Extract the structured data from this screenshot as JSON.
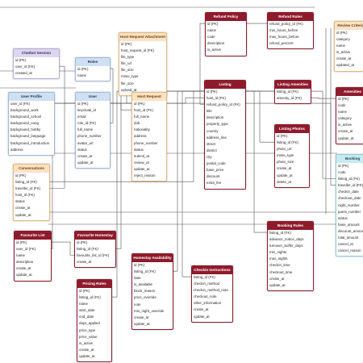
{
  "tables": [
    {
      "key": "chatbot_session",
      "name": "Chatbot Session",
      "theme": "purple",
      "columns": [
        "id (PK)",
        "user_id (FK)",
        "created_at"
      ]
    },
    {
      "key": "roles",
      "name": "Roles",
      "theme": "blue",
      "columns": [
        "id (PK)",
        "name"
      ]
    },
    {
      "key": "host_request_attachment",
      "name": "Host Request Attachment",
      "theme": "orange",
      "columns": [
        "id (PK)",
        "host_request_id (FK)",
        "file_type",
        "file_url",
        "file_size",
        "mime_type",
        "file_size",
        "upload_at"
      ]
    },
    {
      "key": "refund_policy",
      "name": "Refund Policy",
      "theme": "red",
      "columns": [
        "id (PK)",
        "name",
        "code",
        "description",
        "is_active"
      ]
    },
    {
      "key": "refund_rules",
      "name": "Refund Rules",
      "theme": "red",
      "columns": [
        "refund_policy_id (FK)",
        "min_hours_before",
        "max_hours_before",
        "refund_percent"
      ]
    },
    {
      "key": "review_criteria",
      "name": "Review Criteria",
      "theme": "orange",
      "columns": [
        "id (PK)",
        "category",
        "name",
        "is_active",
        "create_at",
        "updated_at"
      ]
    },
    {
      "key": "user_profile",
      "name": "User Profile",
      "theme": "blue",
      "columns": [
        "user_id (FK)",
        "background_work",
        "background_school",
        "background_song",
        "background_hobby",
        "background_language",
        "background_introduction",
        "address"
      ]
    },
    {
      "key": "user",
      "name": "User",
      "theme": "blue",
      "columns": [
        "id (PK)",
        "keycloak_id",
        "email",
        "role_id (FK)",
        "full_name",
        "phone_number",
        "avatar_url",
        "status",
        "create_at",
        "update_at"
      ]
    },
    {
      "key": "host_request",
      "name": "Host Request",
      "theme": "orange",
      "columns": [
        "id (PK)",
        "host_id (FK)",
        "full_name",
        "dob",
        "nationality",
        "address",
        "phone_number",
        "status",
        "submit_at",
        "review_at",
        "update_at",
        "reject_reason"
      ]
    },
    {
      "key": "listing",
      "name": "Listing",
      "theme": "red",
      "columns": [
        "id (PK)",
        "host_id (FK)",
        "refund_policy_id (FK)",
        "title",
        "description",
        "property_type",
        "country",
        "address_line",
        "street",
        "district",
        "city",
        "postal_code",
        "base_price",
        "discount",
        "extra_fee"
      ]
    },
    {
      "key": "listing_amenities",
      "name": "Listing Amenities",
      "theme": "red",
      "columns": [
        "listing_id (FK)",
        "amenity_id (FK)"
      ]
    },
    {
      "key": "amenities",
      "name": "Amenities",
      "theme": "red",
      "columns": [
        "id (PK)",
        "code",
        "name",
        "category",
        "is_active",
        "create_at",
        "update_at"
      ]
    },
    {
      "key": "listing_photos",
      "name": "Listing Photos",
      "theme": "red",
      "columns": [
        "id (PK)",
        "listing_id (FK)",
        "photo_url",
        "mime_type",
        "photo_size",
        "create_at",
        "update_at",
        "delete_at"
      ]
    },
    {
      "key": "booking",
      "name": "Booking",
      "theme": "cyan",
      "columns": [
        "id (PK)",
        "code",
        "listing_id (FK)",
        "traveller_id (FK)",
        "checkin_date",
        "checkout_date",
        "night_number",
        "guest_number",
        "status",
        "base_amount",
        "discount_amount",
        "total_amount",
        "cancel_at",
        "cancel_reason"
      ]
    },
    {
      "key": "conversations",
      "name": "Conversations",
      "theme": "orange",
      "columns": [
        "id (PK)",
        "listing_id (FK)",
        "traveller_id (FK)",
        "host_id (FK)",
        "status",
        "create_at",
        "update_at"
      ]
    },
    {
      "key": "booking_rules",
      "name": "Booking Rules",
      "theme": "red",
      "columns": [
        "listing_id (FK)",
        "advance_notice_days",
        "turnover_buffer_days",
        "min_nights",
        "max_nights",
        "checkin_time",
        "checkout_time",
        "create_at",
        "update_at"
      ]
    },
    {
      "key": "favourite_list",
      "name": "Favourite List",
      "theme": "red",
      "columns": [
        "id (PK)",
        "user_id (FK)",
        "name",
        "description",
        "create_at",
        "update_at"
      ]
    },
    {
      "key": "favourite_homestay",
      "name": "Favourite Homestay",
      "theme": "red",
      "columns": [
        "id (PK)",
        "listing_id (FK)",
        "favourite_list_id (FK)",
        "create_at"
      ]
    },
    {
      "key": "homestay_availability",
      "name": "Homestay Availability",
      "theme": "red",
      "columns": [
        "id (PK)",
        "listing_id (FK)",
        "date",
        "is_available",
        "block_reason",
        "price_override",
        "note",
        "min_night_override",
        "create_at",
        "update_at"
      ]
    },
    {
      "key": "checkin_instructions",
      "name": "Checkin Instructions",
      "theme": "red",
      "columns": [
        "listing_id (FK)",
        "checkin_method",
        "checkin_method_note",
        "checkout_note",
        "other_information",
        "create_at",
        "update_at"
      ]
    },
    {
      "key": "pricing_rules",
      "name": "Pricing Rules",
      "theme": "red",
      "columns": [
        "id (PK)",
        "listing_id (FK)",
        "name",
        "start_date",
        "end_date",
        "days_applied",
        "price_type",
        "price_value",
        "is_active",
        "create_at",
        "update_at"
      ]
    }
  ]
}
